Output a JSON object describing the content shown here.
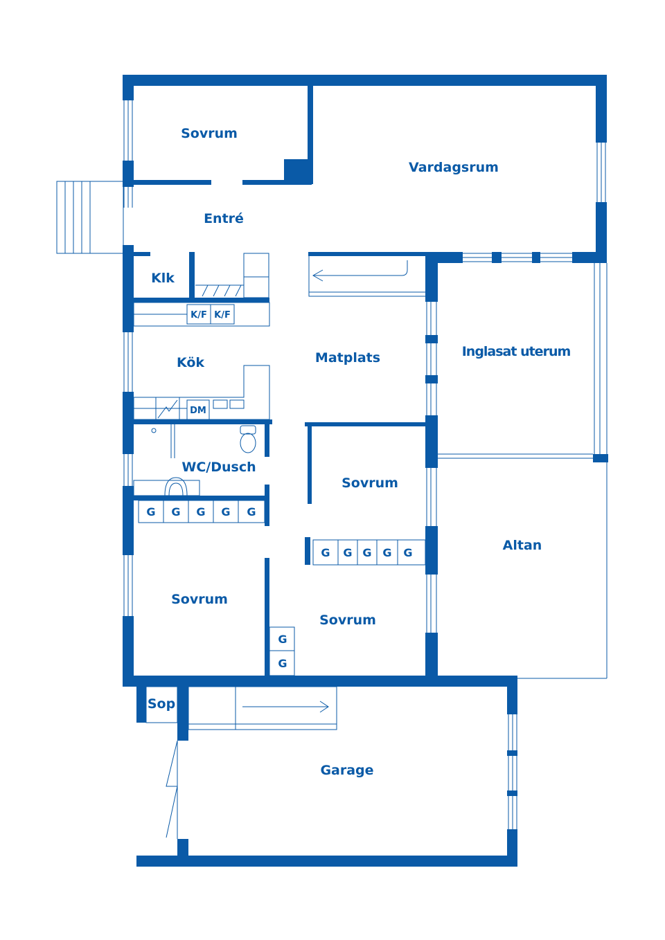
{
  "colors": {
    "wall": "#0a5aa7",
    "background": "#ffffff"
  },
  "rooms": {
    "sovrum_top": "Sovrum",
    "vardagsrum": "Vardagsrum",
    "entre": "Entré",
    "klk": "Klk",
    "kok": "Kök",
    "matplats": "Matplats",
    "inglasat_uterum": "Inglasat uterum",
    "wc_dusch": "WC/Dusch",
    "sovrum_mid": "Sovrum",
    "altan": "Altan",
    "sovrum_bottom_left": "Sovrum",
    "sovrum_bottom_center": "Sovrum",
    "sop": "Sop",
    "garage": "Garage"
  },
  "fixtures": {
    "kf1": "K/F",
    "kf2": "K/F",
    "dm": "DM",
    "wardrobe_a": [
      "G",
      "G",
      "G",
      "G",
      "G"
    ],
    "wardrobe_b": [
      "G",
      "G",
      "G",
      "G",
      "G"
    ],
    "wardrobe_c": [
      "G",
      "G"
    ]
  }
}
